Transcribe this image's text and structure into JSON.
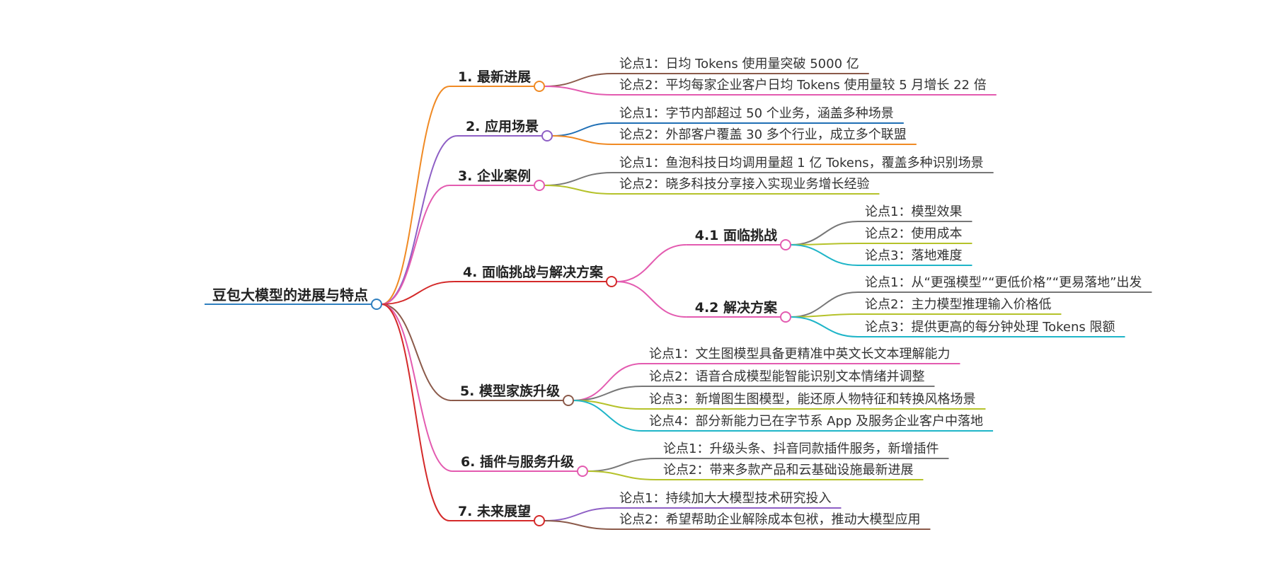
{
  "mindmap": {
    "root": {
      "label": "豆包大模型的进展与特点",
      "color": "#2f7fbf"
    },
    "branches": [
      {
        "label": "1. 最新进展",
        "color": "#f08a24",
        "children": [
          {
            "label": "论点1：日均 Tokens 使用量突破 5000 亿",
            "color": "#8b5a4a"
          },
          {
            "label": "论点2：平均每家企业客户日均 Tokens 使用量较 5 月增长 22 倍",
            "color": "#e35bb0"
          }
        ]
      },
      {
        "label": "2. 应用场景",
        "color": "#8e5fc5",
        "children": [
          {
            "label": "论点1：字节内部超过 50 个业务，涵盖多种场景",
            "color": "#1f6fb5"
          },
          {
            "label": "论点2：外部客户覆盖 30 多个行业，成立多个联盟",
            "color": "#f08a24"
          }
        ]
      },
      {
        "label": "3. 企业案例",
        "color": "#e35bb0",
        "children": [
          {
            "label": "论点1：鱼泡科技日均调用量超 1 亿 Tokens，覆盖多种识别场景",
            "color": "#777777"
          },
          {
            "label": "论点2：晓多科技分享接入实现业务增长经验",
            "color": "#b5c22a"
          }
        ]
      },
      {
        "label": "4. 面临挑战与解决方案",
        "color": "#d42a2a",
        "children": [
          {
            "label": "4.1 面临挑战",
            "color": "#e35bb0",
            "children": [
              {
                "label": "论点1：模型效果",
                "color": "#777777"
              },
              {
                "label": "论点2：使用成本",
                "color": "#b5c22a"
              },
              {
                "label": "论点3：落地难度",
                "color": "#1fb5c8"
              }
            ]
          },
          {
            "label": "4.2 解决方案",
            "color": "#e35bb0",
            "children": [
              {
                "label": "论点1：从“更强模型”“更低价格”“更易落地”出发",
                "color": "#777777"
              },
              {
                "label": "论点2：主力模型推理输入价格低",
                "color": "#b5c22a"
              },
              {
                "label": "论点3：提供更高的每分钟处理 Tokens 限额",
                "color": "#1fb5c8"
              }
            ]
          }
        ]
      },
      {
        "label": "5. 模型家族升级",
        "color": "#8b5a4a",
        "children": [
          {
            "label": "论点1：文生图模型具备更精准中英文长文本理解能力",
            "color": "#e35bb0"
          },
          {
            "label": "论点2：语音合成模型能智能识别文本情绪并调整",
            "color": "#777777"
          },
          {
            "label": "论点3：新增图生图模型，能还原人物特征和转换风格场景",
            "color": "#b5c22a"
          },
          {
            "label": "论点4：部分新能力已在字节系 App 及服务企业客户中落地",
            "color": "#1fb5c8"
          }
        ]
      },
      {
        "label": "6. 插件与服务升级",
        "color": "#e35bb0",
        "children": [
          {
            "label": "论点1：升级头条、抖音同款插件服务，新增插件",
            "color": "#777777"
          },
          {
            "label": "论点2：带来多款产品和云基础设施最新进展",
            "color": "#b5c22a"
          }
        ]
      },
      {
        "label": "7. 未来展望",
        "color": "#d42a2a",
        "children": [
          {
            "label": "论点1：持续加大大模型技术研究投入",
            "color": "#8e5fc5"
          },
          {
            "label": "论点2：希望帮助企业解除成本包袱，推动大模型应用",
            "color": "#8b5a4a"
          }
        ]
      }
    ]
  }
}
